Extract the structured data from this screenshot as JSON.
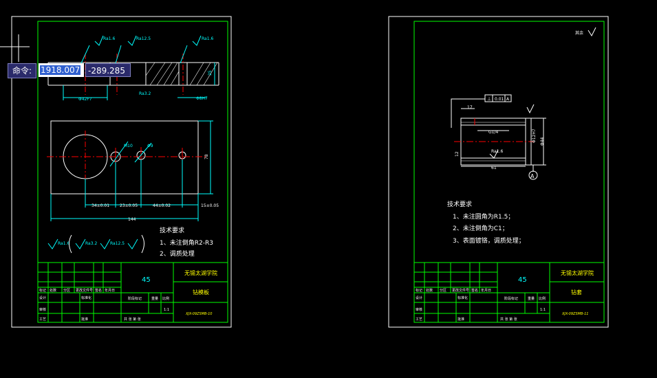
{
  "command": {
    "label": "命令:",
    "x_value": "1918.007",
    "y_value": "-289.285"
  },
  "colors": {
    "background": "#000000",
    "frame": "#ffffff",
    "border": "#00ff00",
    "text": "#ffffff",
    "dimension": "#00ffff",
    "centerline": "#ff0000",
    "annotation": "#ffff00",
    "material": "#00ffff"
  },
  "sheet1": {
    "surface_marks": [
      "Ra1.6",
      "Ra12.5",
      "Ra1.6",
      "Ra3.2"
    ],
    "top_dims": [
      "Φ42F7",
      "25",
      "Φ8H7"
    ],
    "holes": [
      "M10",
      "Φ9"
    ],
    "bottom_dims": [
      "34±0.01",
      "23±0.05",
      "44±0.02",
      "15±0.05",
      "144",
      "78"
    ],
    "tech_title": "技术要求",
    "tech_items": [
      "1、未注倒角R2-R3",
      "2、调质处理"
    ],
    "roughness_summary": [
      "Ra1.6",
      "Ra3.2",
      "Ra12.5"
    ],
    "material": "45",
    "school": "无锡太湖学院",
    "part_name": "钻模板",
    "code": "XJX-09ZSMB-10"
  },
  "sheet2": {
    "corner_mark": "其余",
    "tolerance_frame": [
      "⊥",
      "0.01",
      "A"
    ],
    "dims": [
      "17",
      "G1/4",
      "Φ12H7",
      "Φ44",
      "61",
      "12",
      "Ra1.6"
    ],
    "datum": "A",
    "tech_title": "技术要求",
    "tech_items": [
      "1、未注圆角为R1.5；",
      "2、未注倒角为C1；",
      "3、表面镀铬，调质处理；"
    ],
    "material": "45",
    "school": "无锡太湖学院",
    "part_name": "钻套",
    "code": "XJX-09ZSMB-11"
  },
  "title_block": {
    "row_a": [
      "标记",
      "处数",
      "分区",
      "更改文件号",
      "签名",
      "年月日"
    ],
    "row_b": [
      "设计",
      "标准化"
    ],
    "row_c": [
      "审核"
    ],
    "row_d": [
      "工艺",
      "批准"
    ],
    "stage": [
      "阶段标记",
      "重量",
      "比例"
    ],
    "sheets": "共 张 第 张",
    "scale": "1:1"
  }
}
